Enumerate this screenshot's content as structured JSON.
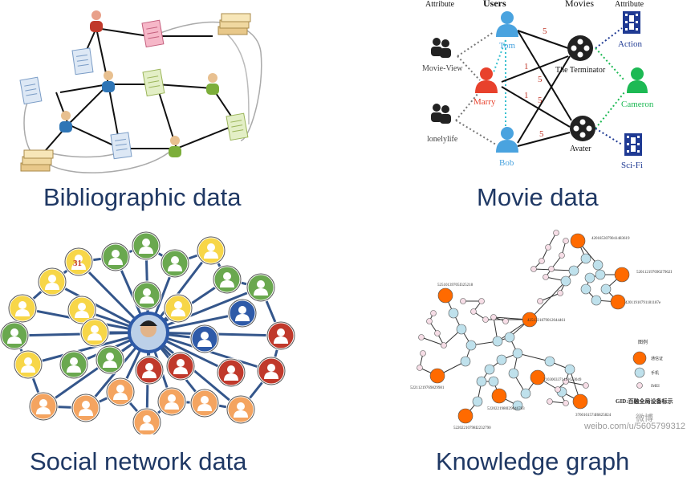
{
  "captions": {
    "bibliographic": "Bibliographic data",
    "movie": "Movie data",
    "social": "Social network data",
    "knowledge": "Knowledge graph"
  },
  "movie": {
    "headers": {
      "attribute_left": "Attribute",
      "users": "Users",
      "movies": "Movies",
      "attribute_right": "Attribute"
    },
    "left_attrs": [
      "Movie-View",
      "lonelylife"
    ],
    "users": [
      "Tom",
      "Marry",
      "Bob"
    ],
    "movies": [
      "The Terminator",
      "Avater"
    ],
    "right_attrs": [
      "Action",
      "Cameron",
      "Sci-Fi"
    ],
    "ratings": [
      "5",
      "1",
      "5",
      "1",
      "5",
      "5"
    ],
    "colors": {
      "blue": "#4aa3df",
      "red": "#e8412c",
      "green": "#1db954",
      "navy": "#1f3a93",
      "dark": "#222222",
      "rating": "#c0392b"
    }
  },
  "social": {
    "calendar_label": "31",
    "colors": {
      "green": "#6aa84f",
      "yellow": "#f7d648",
      "orange": "#f4a460",
      "red": "#c0392b",
      "blue": "#2e5aa8",
      "edge": "#34568b"
    }
  },
  "knowledge": {
    "labels": [
      "4201853079041483619",
      "52011219769027962I",
      "42011910791181187e",
      "52510139705I325218",
      "4251331879012044461",
      "2103003371411623049",
      "52211219769829981",
      "5220221980I29046703",
      "52202210798I2232790",
      "3760161574I6825824"
    ],
    "legend": {
      "title": "图例",
      "items": [
        "通信证",
        "手机",
        "IMEI"
      ],
      "footer": "GID:百融全局设备标示"
    },
    "watermark": "weibo.com/u/5605799312",
    "watermark_logo": "微博",
    "colors": {
      "orange": "#ff6a00",
      "light_blue": "#bfe1ec",
      "pink": "#f6dde6"
    }
  }
}
